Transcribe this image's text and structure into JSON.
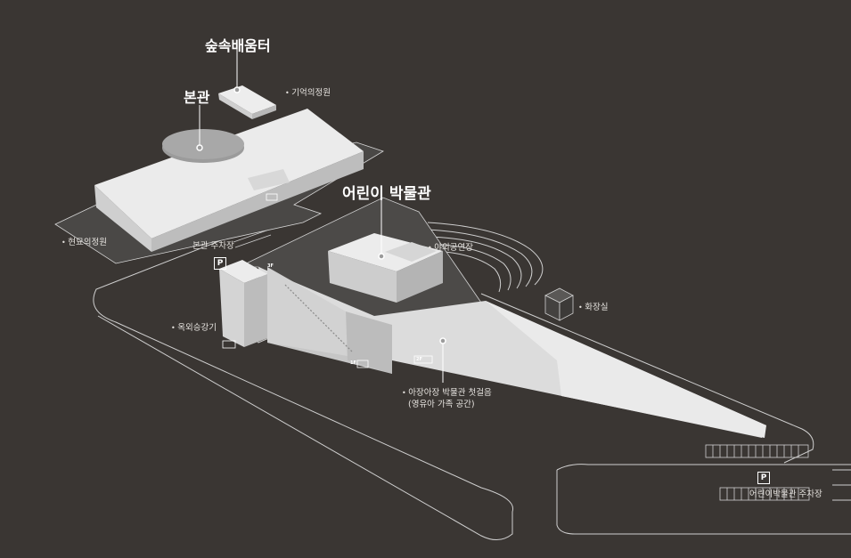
{
  "labels": {
    "forest_learning": "숲속배움터",
    "main_hall": "본관",
    "memory_garden": "기억의정원",
    "childrens_museum": "어린이 박물관",
    "hyunmyo_garden": "현묘의정원",
    "main_parking": "본관 주차장",
    "outdoor_stage": "야외공연장",
    "restroom": "화장실",
    "outdoor_elevator": "옥외승강기",
    "baby_space_line1": "아장아장 박물관 첫걸음",
    "baby_space_line2": "(영유아 가족 공간)",
    "kids_parking": "어린이박물관 주차장"
  },
  "icons": {
    "parking_symbol": "P",
    "floor_3f": "3F",
    "floor_1f": "1F",
    "floor_2f": "2F"
  },
  "colors": {
    "background": "#3a3633",
    "building_light": "#e4e4e4",
    "building_side": "#bfbfbf",
    "roof_dark": "#4a4848",
    "outline": "#d8d8d8",
    "label": "#ffffff"
  }
}
